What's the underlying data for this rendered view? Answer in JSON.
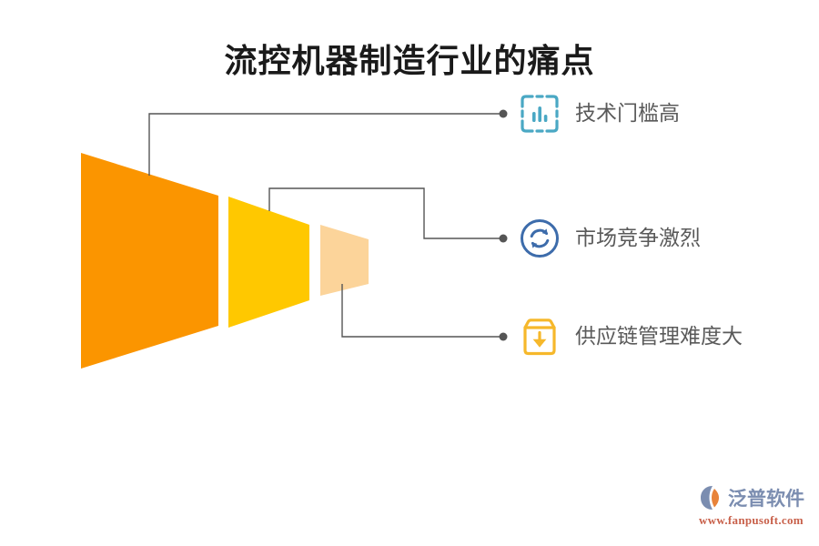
{
  "page": {
    "title": "流控机器制造行业的痛点",
    "background_color": "#ffffff"
  },
  "chart_data": {
    "type": "funnel",
    "title": "流控机器制造行业的痛点",
    "orientation": "horizontal-left-to-right",
    "stages": [
      {
        "index": 1,
        "color": "#fb9500",
        "label": ""
      },
      {
        "index": 2,
        "color": "#ffc800",
        "label": ""
      },
      {
        "index": 3,
        "color": "#fcd49a",
        "label": ""
      }
    ],
    "callouts": [
      {
        "label": "技术门槛高",
        "icon": "bar-chart-icon",
        "icon_color": "#4aa8c4",
        "connects_to_stage": 1
      },
      {
        "label": "市场竞争激烈",
        "icon": "refresh-cycle-icon",
        "icon_color": "#3d6cab",
        "connects_to_stage": 2
      },
      {
        "label": "供应链管理难度大",
        "icon": "box-download-icon",
        "icon_color": "#f6b82b",
        "connects_to_stage": 3
      }
    ],
    "connector_color": "#555555",
    "label_color": "#5a5a5a"
  },
  "legend": {
    "items": [
      {
        "label": "技术门槛高",
        "icon": "bar-chart-icon",
        "color": "#4aa8c4"
      },
      {
        "label": "市场竞争激烈",
        "icon": "refresh-cycle-icon",
        "color": "#3d6cab"
      },
      {
        "label": "供应链管理难度大",
        "icon": "box-download-icon",
        "color": "#f6b82b"
      }
    ]
  },
  "watermark": {
    "brand": "泛普软件",
    "url": "www.fanpusoft.com",
    "brand_color": "#7b8db0",
    "url_color": "#c8604a",
    "mark_color": "#7b8db0",
    "mark_accent_color": "#e8833a"
  }
}
